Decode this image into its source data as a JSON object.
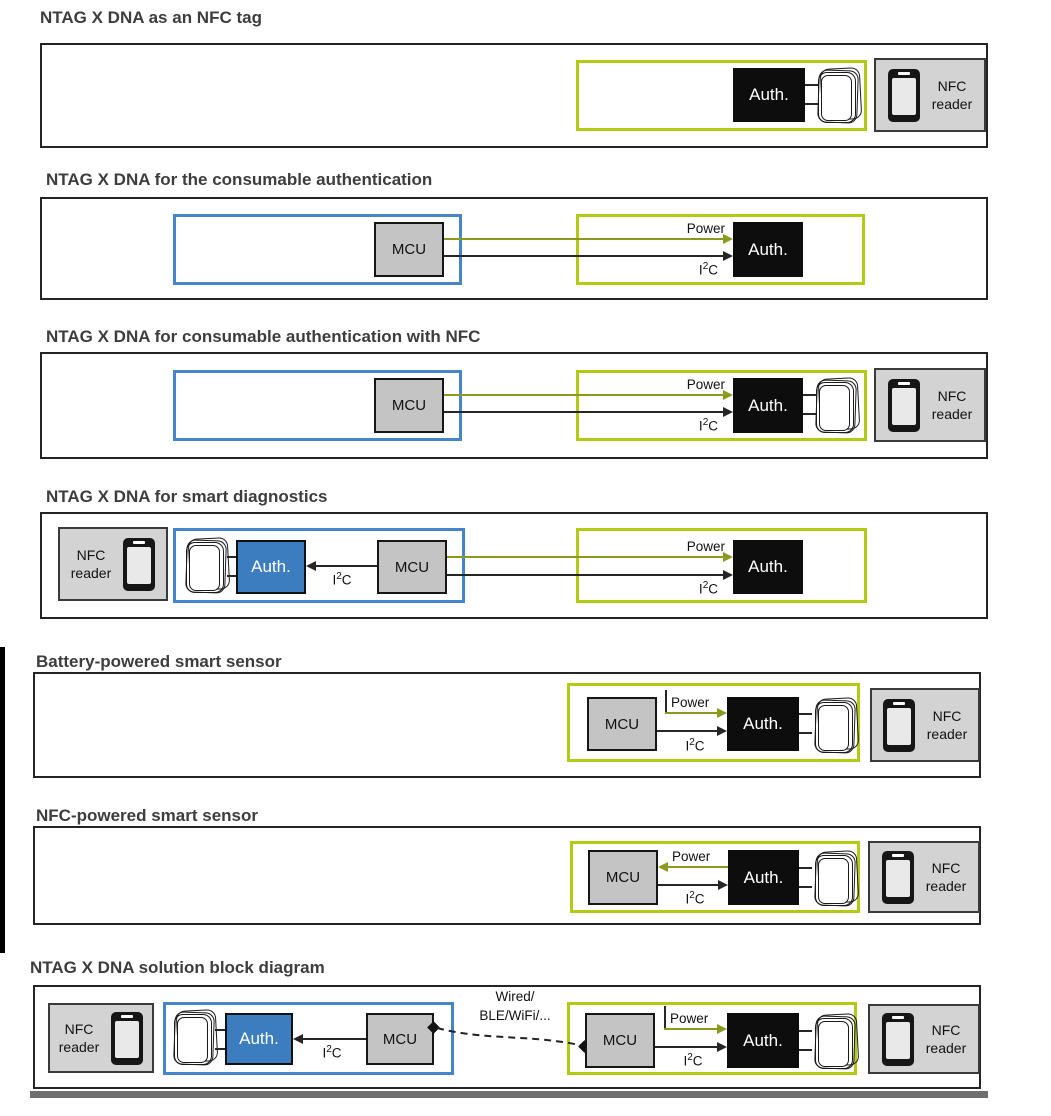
{
  "sections": [
    {
      "title": "NTAG X DNA as an NFC tag"
    },
    {
      "title": "NTAG X DNA for the consumable authentication"
    },
    {
      "title": "NTAG X DNA for consumable authentication with NFC"
    },
    {
      "title": "NTAG X DNA for smart diagnostics"
    },
    {
      "title": "Battery-powered smart sensor"
    },
    {
      "title": "NFC-powered smart sensor"
    },
    {
      "title": "NTAG X DNA solution block diagram"
    }
  ],
  "labels": {
    "auth": "Auth.",
    "mcu": "MCU",
    "power": "Power",
    "i2c_base": "I",
    "i2c_sup": "2",
    "i2c_tail": "C",
    "nfc": "NFC",
    "reader": "reader",
    "link_line1": "Wired/",
    "link_line2": "BLE/WiFi/..."
  },
  "colors": {
    "green_border": "#b2cb12",
    "blue_border": "#4486c9",
    "auth_blue": "#3c7dbf",
    "auth_black": "#0d0d0d",
    "mcu_gray": "#c4c4c4",
    "reader_gray": "#d3d3d3",
    "power_line": "#8b9a1e",
    "line_dark": "#262626",
    "title_text": "#3d3d3d"
  }
}
